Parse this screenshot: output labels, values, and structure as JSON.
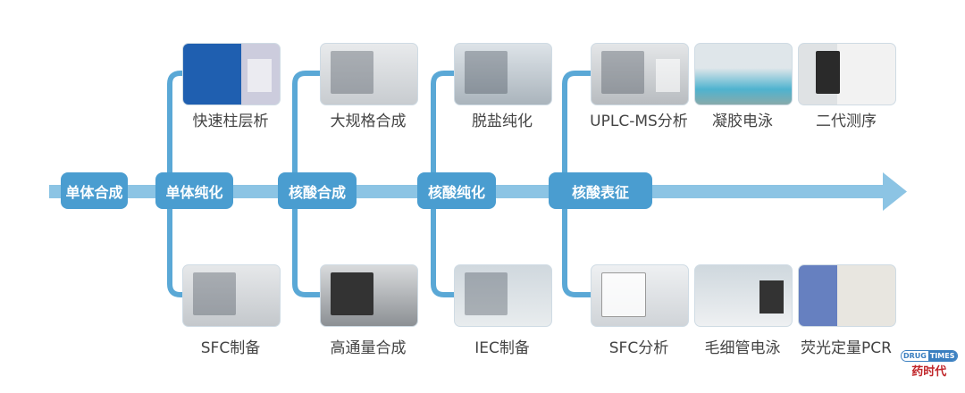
{
  "stages": [
    "单体合成",
    "单体纯化",
    "核酸合成",
    "核酸纯化",
    "核酸表征"
  ],
  "methods_top": [
    "快速柱层析",
    "大规格合成",
    "脱盐纯化",
    "UPLC-MS分析",
    "凝胶电泳",
    "二代测序"
  ],
  "methods_bottom": [
    "SFC制备",
    "高通量合成",
    "IEC制备",
    "SFC分析",
    "毛细管电泳",
    "荧光定量PCR"
  ],
  "logo": {
    "en1": "DRUG",
    "en2": "TIMES",
    "cn": "药时代"
  },
  "colors": {
    "bar": "#8cc4e4",
    "stage": "#4a9dd0",
    "line": "#5aa8d6"
  }
}
